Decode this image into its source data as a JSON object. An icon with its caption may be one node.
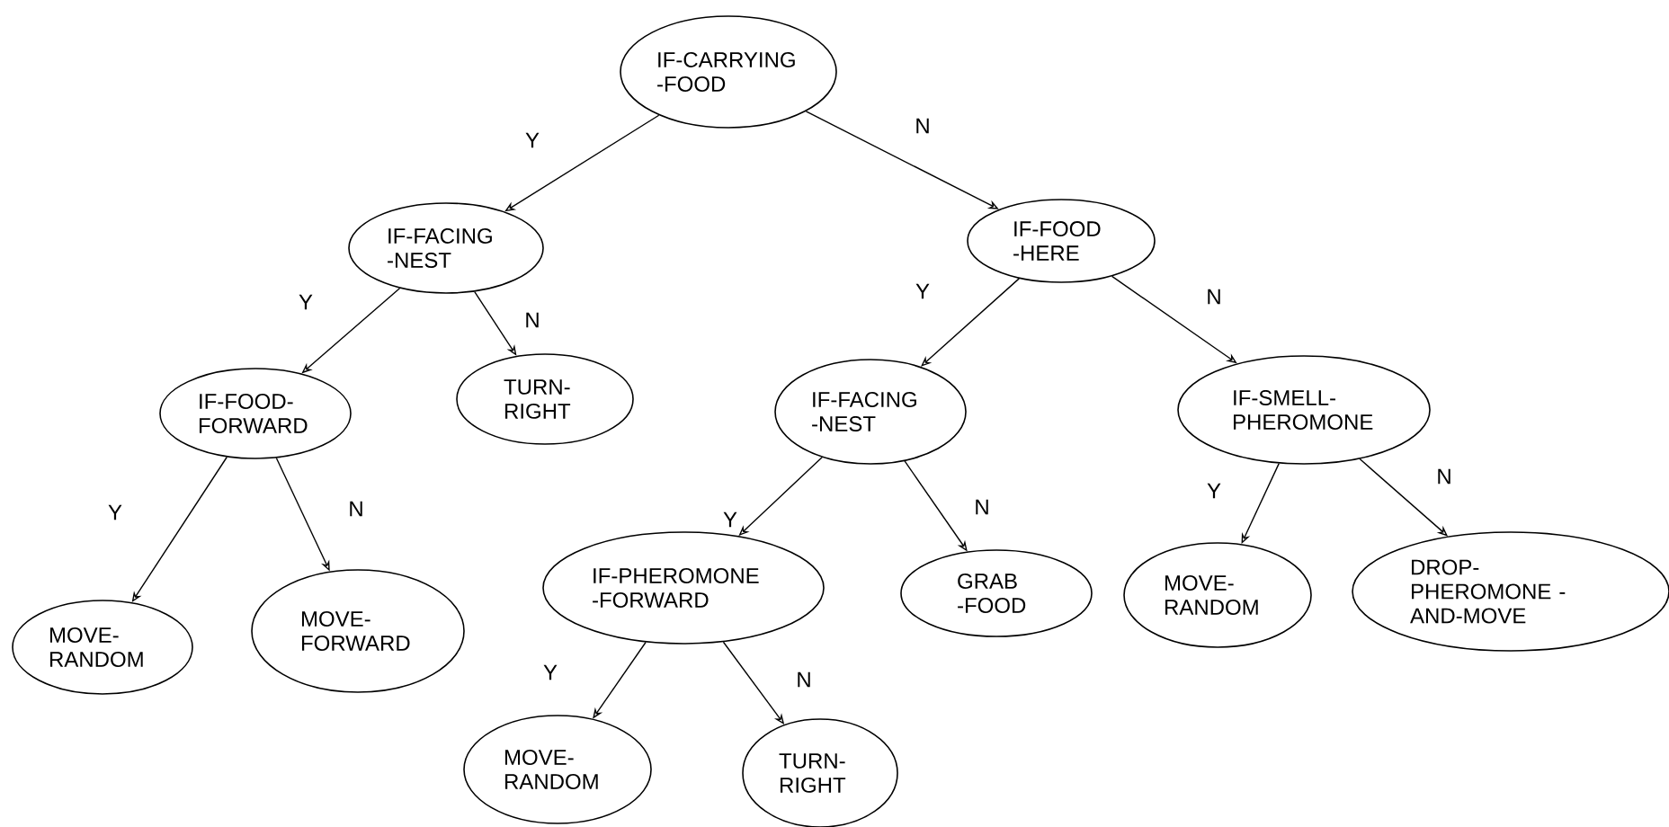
{
  "diagram": {
    "nodes": [
      {
        "text": [
          "IF-CARRYING -FOOD"
        ]
      },
      {
        "text": [
          "IF-FACING -NEST"
        ]
      },
      {
        "text": [
          "IF-FOOD -HERE"
        ]
      },
      {
        "text": [
          "IF-FOOD- FORWARD"
        ]
      },
      {
        "text": [
          "TURN- RIGHT"
        ]
      },
      {
        "text": [
          "IF-FACING -NEST"
        ]
      },
      {
        "text": [
          "IF-SMELL- PHEROMONE"
        ]
      },
      {
        "text": [
          "IF-PHEROMONE -FORWARD"
        ]
      },
      {
        "text": [
          "GRAB -FOOD"
        ]
      },
      {
        "text": [
          "MOVE- RANDOM"
        ]
      },
      {
        "text": [
          "DROP-PHEROMONE -AND-MOVE"
        ]
      },
      {
        "text": [
          "MOVE- RANDOM"
        ]
      },
      {
        "text": [
          "MOVE- FORWARD"
        ]
      },
      {
        "text": [
          "MOVE- RANDOM"
        ]
      },
      {
        "text": [
          "TURN- RIGHT"
        ]
      }
    ],
    "edges": [
      {
        "from": 0,
        "to": 1,
        "arrow": "to",
        "label": "Y"
      },
      {
        "from": 0,
        "to": 2,
        "arrow": "to",
        "label": "N"
      },
      {
        "from": 1,
        "to": 3,
        "arrow": "to",
        "label": "Y"
      },
      {
        "from": 1,
        "to": 4,
        "arrow": "to",
        "label": "N"
      },
      {
        "from": 2,
        "to": 5,
        "arrow": "to",
        "label": "Y"
      },
      {
        "from": 2,
        "to": 6,
        "arrow": "to",
        "label": "N"
      },
      {
        "from": 3,
        "to": 11,
        "arrow": "to",
        "label": "Y"
      },
      {
        "from": 3,
        "to": 12,
        "arrow": "to",
        "label": "N"
      },
      {
        "from": 5,
        "to": 7,
        "arrow": "to",
        "label": "Y"
      },
      {
        "from": 5,
        "to": 8,
        "arrow": "to",
        "label": "N"
      },
      {
        "from": 6,
        "to": 9,
        "arrow": "to",
        "label": "Y"
      },
      {
        "from": 6,
        "to": 10,
        "arrow": "to",
        "label": "N"
      },
      {
        "from": 7,
        "to": 13,
        "arrow": "to",
        "label": "Y"
      },
      {
        "from": 7,
        "to": 14,
        "arrow": "to",
        "label": "N"
      }
    ]
  }
}
